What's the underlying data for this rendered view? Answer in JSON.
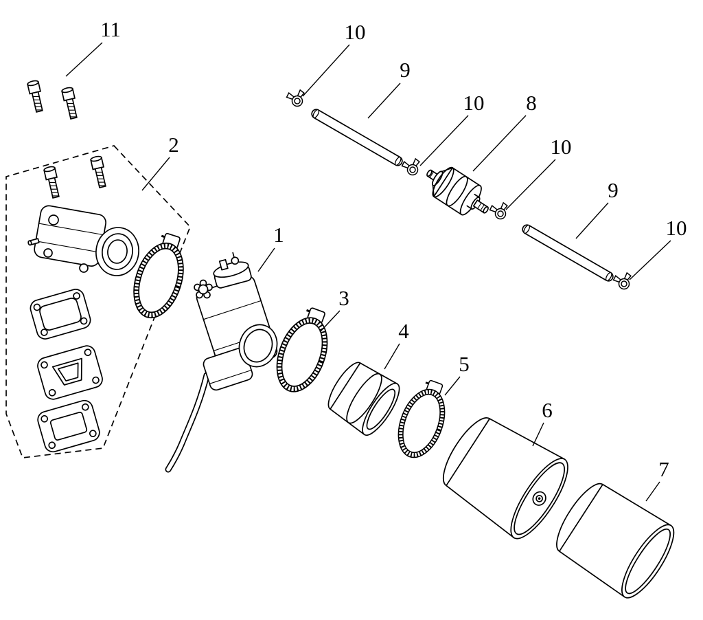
{
  "diagram": {
    "type": "exploded-parts-diagram",
    "subject": "carburetor-and-air-intake-assembly",
    "background_color": "#ffffff",
    "line_color": "#000000"
  },
  "callouts": [
    {
      "label": "11",
      "part": "flange-bolts"
    },
    {
      "label": "2",
      "part": "intake-manifold-reed-valve-assembly"
    },
    {
      "label": "10",
      "part": "hose-clip"
    },
    {
      "label": "9",
      "part": "fuel-hose"
    },
    {
      "label": "10",
      "part": "hose-clip"
    },
    {
      "label": "8",
      "part": "fuel-filter"
    },
    {
      "label": "10",
      "part": "hose-clip"
    },
    {
      "label": "9",
      "part": "fuel-hose"
    },
    {
      "label": "10",
      "part": "hose-clip"
    },
    {
      "label": "1",
      "part": "carburetor"
    },
    {
      "label": "3",
      "part": "hose-clamp"
    },
    {
      "label": "4",
      "part": "intake-boot"
    },
    {
      "label": "5",
      "part": "hose-clamp"
    },
    {
      "label": "6",
      "part": "air-filter-housing"
    },
    {
      "label": "7",
      "part": "air-filter-element"
    }
  ]
}
